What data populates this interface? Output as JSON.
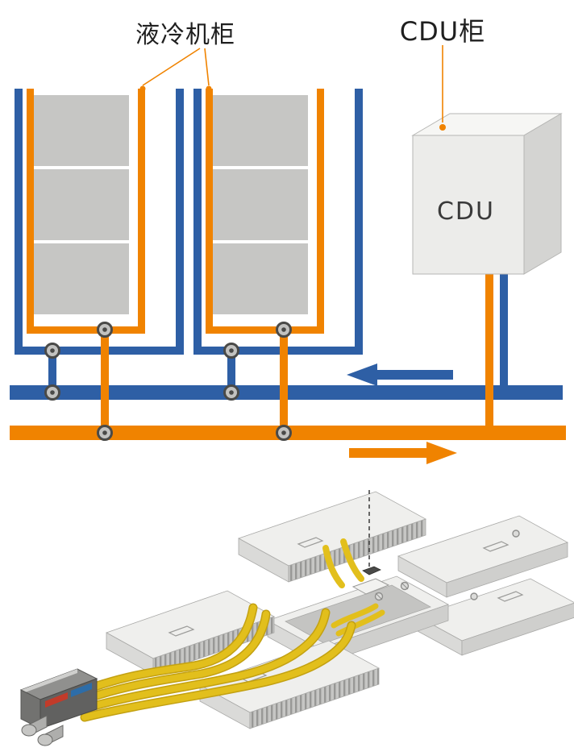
{
  "diagram": {
    "title_labels": {
      "cabinet": "液冷机柜",
      "cdu_cabinet": "CDU柜",
      "cdu_box": "CDU"
    },
    "schematic": {
      "cabinet_count": 2,
      "valve_count": 8,
      "supply_flow_direction": "left",
      "return_flow_direction": "right"
    },
    "colors": {
      "background": "#ffffff",
      "label_color": "#1f1f1f",
      "supply_blue": "#2e5fa5",
      "return_orange": "#f08300",
      "server_gray": "#c6c6c4",
      "cdu_front": "#ececea",
      "cdu_top": "#f6f6f4",
      "cdu_side": "#d4d4d2",
      "valve_ring": "#4a4a48",
      "valve_fill": "#c2c2c0",
      "hose_yellow": "#e2bf1c",
      "hose_dark": "#c3a112",
      "module_top": "#efefed",
      "module_side": "#dadad8",
      "module_front": "#cfcfcd",
      "fins_dark": "#989896",
      "connector_body": "#616160",
      "edge_stroke": "#a9a9a7"
    }
  }
}
